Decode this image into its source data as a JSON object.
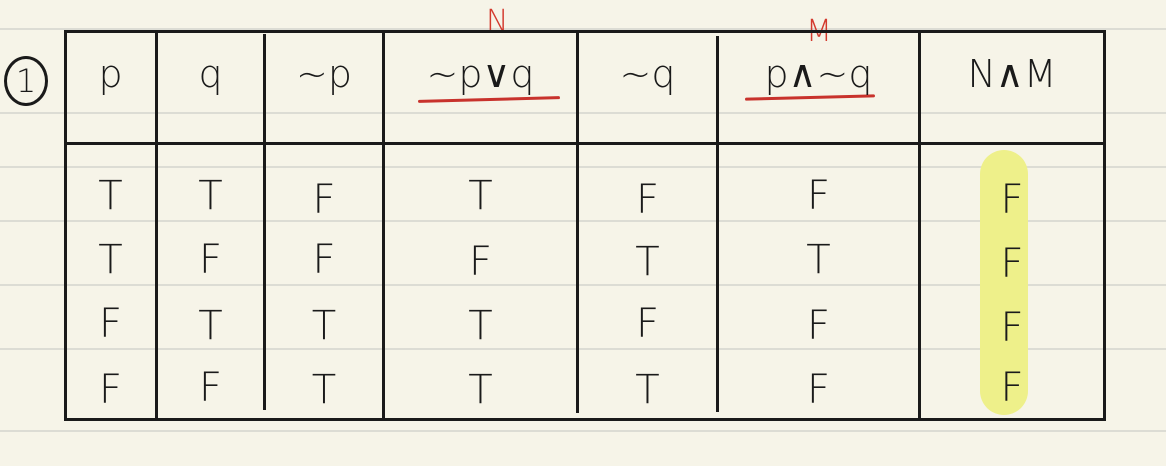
{
  "problem_number": "1",
  "annotations": {
    "n_label": "N",
    "m_label": "M"
  },
  "headers": [
    "p",
    "q",
    "~p",
    "~p∨q",
    "~q",
    "p∧~q",
    "N∧M"
  ],
  "rows": [
    [
      "T",
      "T",
      "F",
      "T",
      "F",
      "F",
      "F"
    ],
    [
      "T",
      "F",
      "F",
      "F",
      "T",
      "T",
      "F"
    ],
    [
      "F",
      "T",
      "T",
      "T",
      "F",
      "F",
      "F"
    ],
    [
      "F",
      "F",
      "T",
      "T",
      "T",
      "F",
      "F"
    ]
  ],
  "colors": {
    "highlight": "#eef08a",
    "annotation_red": "#d33a2e"
  }
}
